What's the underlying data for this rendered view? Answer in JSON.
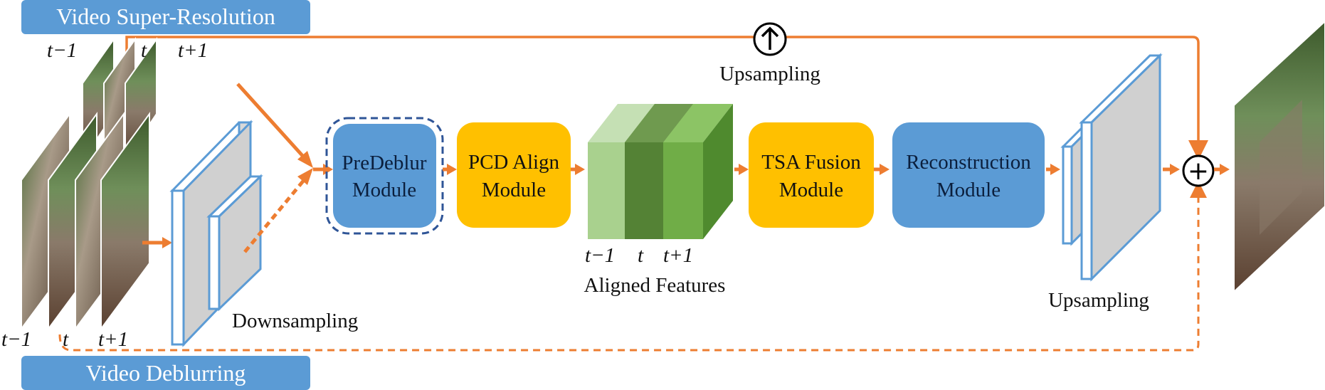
{
  "tags": {
    "sr": "Video Super-Resolution",
    "deblur": "Video Deblurring"
  },
  "labels": {
    "upsampling_top": "Upsampling",
    "downsampling": "Downsampling",
    "aligned_features": "Aligned Features",
    "upsampling_right": "Upsampling"
  },
  "frames": {
    "top": [
      "t−1",
      "t",
      "t+1"
    ],
    "bottom": [
      "t−1",
      "t",
      "t+1"
    ],
    "aligned": [
      "t−1",
      "t",
      "t+1"
    ]
  },
  "modules": {
    "predeblur": [
      "PreDeblur",
      "Module"
    ],
    "pcd": [
      "PCD Align",
      "Module"
    ],
    "tsa": [
      "TSA Fusion",
      "Module"
    ],
    "recon": [
      "Reconstruction",
      "Module"
    ]
  },
  "symbols": {
    "plus": "+"
  },
  "colors": {
    "orange": "#ED7D31",
    "blue": "#5B9BD5",
    "gold": "#FFC000",
    "predeblur_dash": "#2F5597",
    "green_light": "#A9D18E",
    "green_dark": "#548235",
    "green_mid": "#70AD47"
  }
}
